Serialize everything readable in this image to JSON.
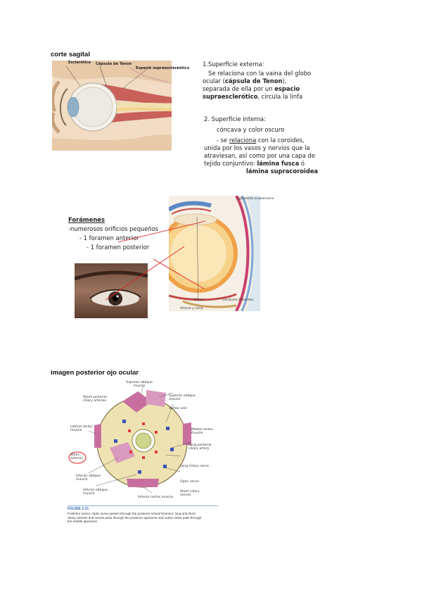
{
  "section1": {
    "heading": "corte sagital",
    "labels": {
      "esclerotica": "Esclerótica",
      "capsula": "Cápsula de Tenon",
      "espacio": "Espacio supraescleréótico"
    },
    "superficie_externa": {
      "title": "1.Superficie externa:",
      "line1": "Se relaciona con la vaina del globo",
      "line2_a": "ocular (",
      "line2_b": "cápsula de Tenon",
      "line2_c": "),",
      "line3_a": "separada de ella por un ",
      "line3_b": "espacio",
      "line4_a": "supraesclerótico",
      "line4_b": ", circula la linfa"
    },
    "superficie_interna": {
      "title": "2. Superficie interna:",
      "line1": "cóncava y color oscuro",
      "line2_a": "- se ",
      "line2_b": "relaciona",
      "line2_c": " con la coroides,",
      "line3": "unida por los vasos y nervios que la",
      "line4": "atraviesan, así como por una capa de",
      "line5_a": "tejido conjuntivo:  ",
      "line5_b": "lámina fusca",
      "line5_c": " ó",
      "line6": "lámina supracoroidea"
    }
  },
  "section2": {
    "title": "Forámenes",
    "line1": "-numerosos orificios pequeños",
    "line2": "- 1 foramen anterior",
    "line3": "- 1 foramen posterior",
    "labels": {
      "ligamento": "Ligamento suspensorio",
      "fovea": "Fóvea",
      "conducto": "Conducto hialoideo",
      "arteria": "Arteria y vena"
    }
  },
  "section3": {
    "heading": "imagen posterior ojo ocular",
    "labels": {
      "superior_oblique_muscle": "Superior oblique muscle",
      "superior_oblique_tendon": "Superior oblique muscle",
      "vortex_vein": "Vortex vein",
      "medial_rectus": "Medial rectus muscle",
      "long_posterior": "Long posterior ciliary artery",
      "long_ciliary_nerve": "Long ciliary nerve",
      "optic_nerve": "Optic nerve",
      "inferior_oblique_tendon": "Inferior oblique muscle",
      "short_posterior": "Short posterior ciliary arteries",
      "lateral_rectus": "Lateral rectus muscle",
      "static_arteries": "Static arteries",
      "inferior_oblique_muscle": "Inferior oblique muscle",
      "inferior_rectus": "Inferior rectus muscle",
      "short_ciliary": "Short ciliary nerves"
    },
    "figure_title": "FIGURE 2-21",
    "caption_line1": "Posterior sclera. Optic nerve passes through the posterior scleral foramen; long and short",
    "caption_line2": "ciliary arteries and nerves pass through the posterior apertures and vortex veins pass through",
    "caption_line3": "the middle apertures."
  }
}
